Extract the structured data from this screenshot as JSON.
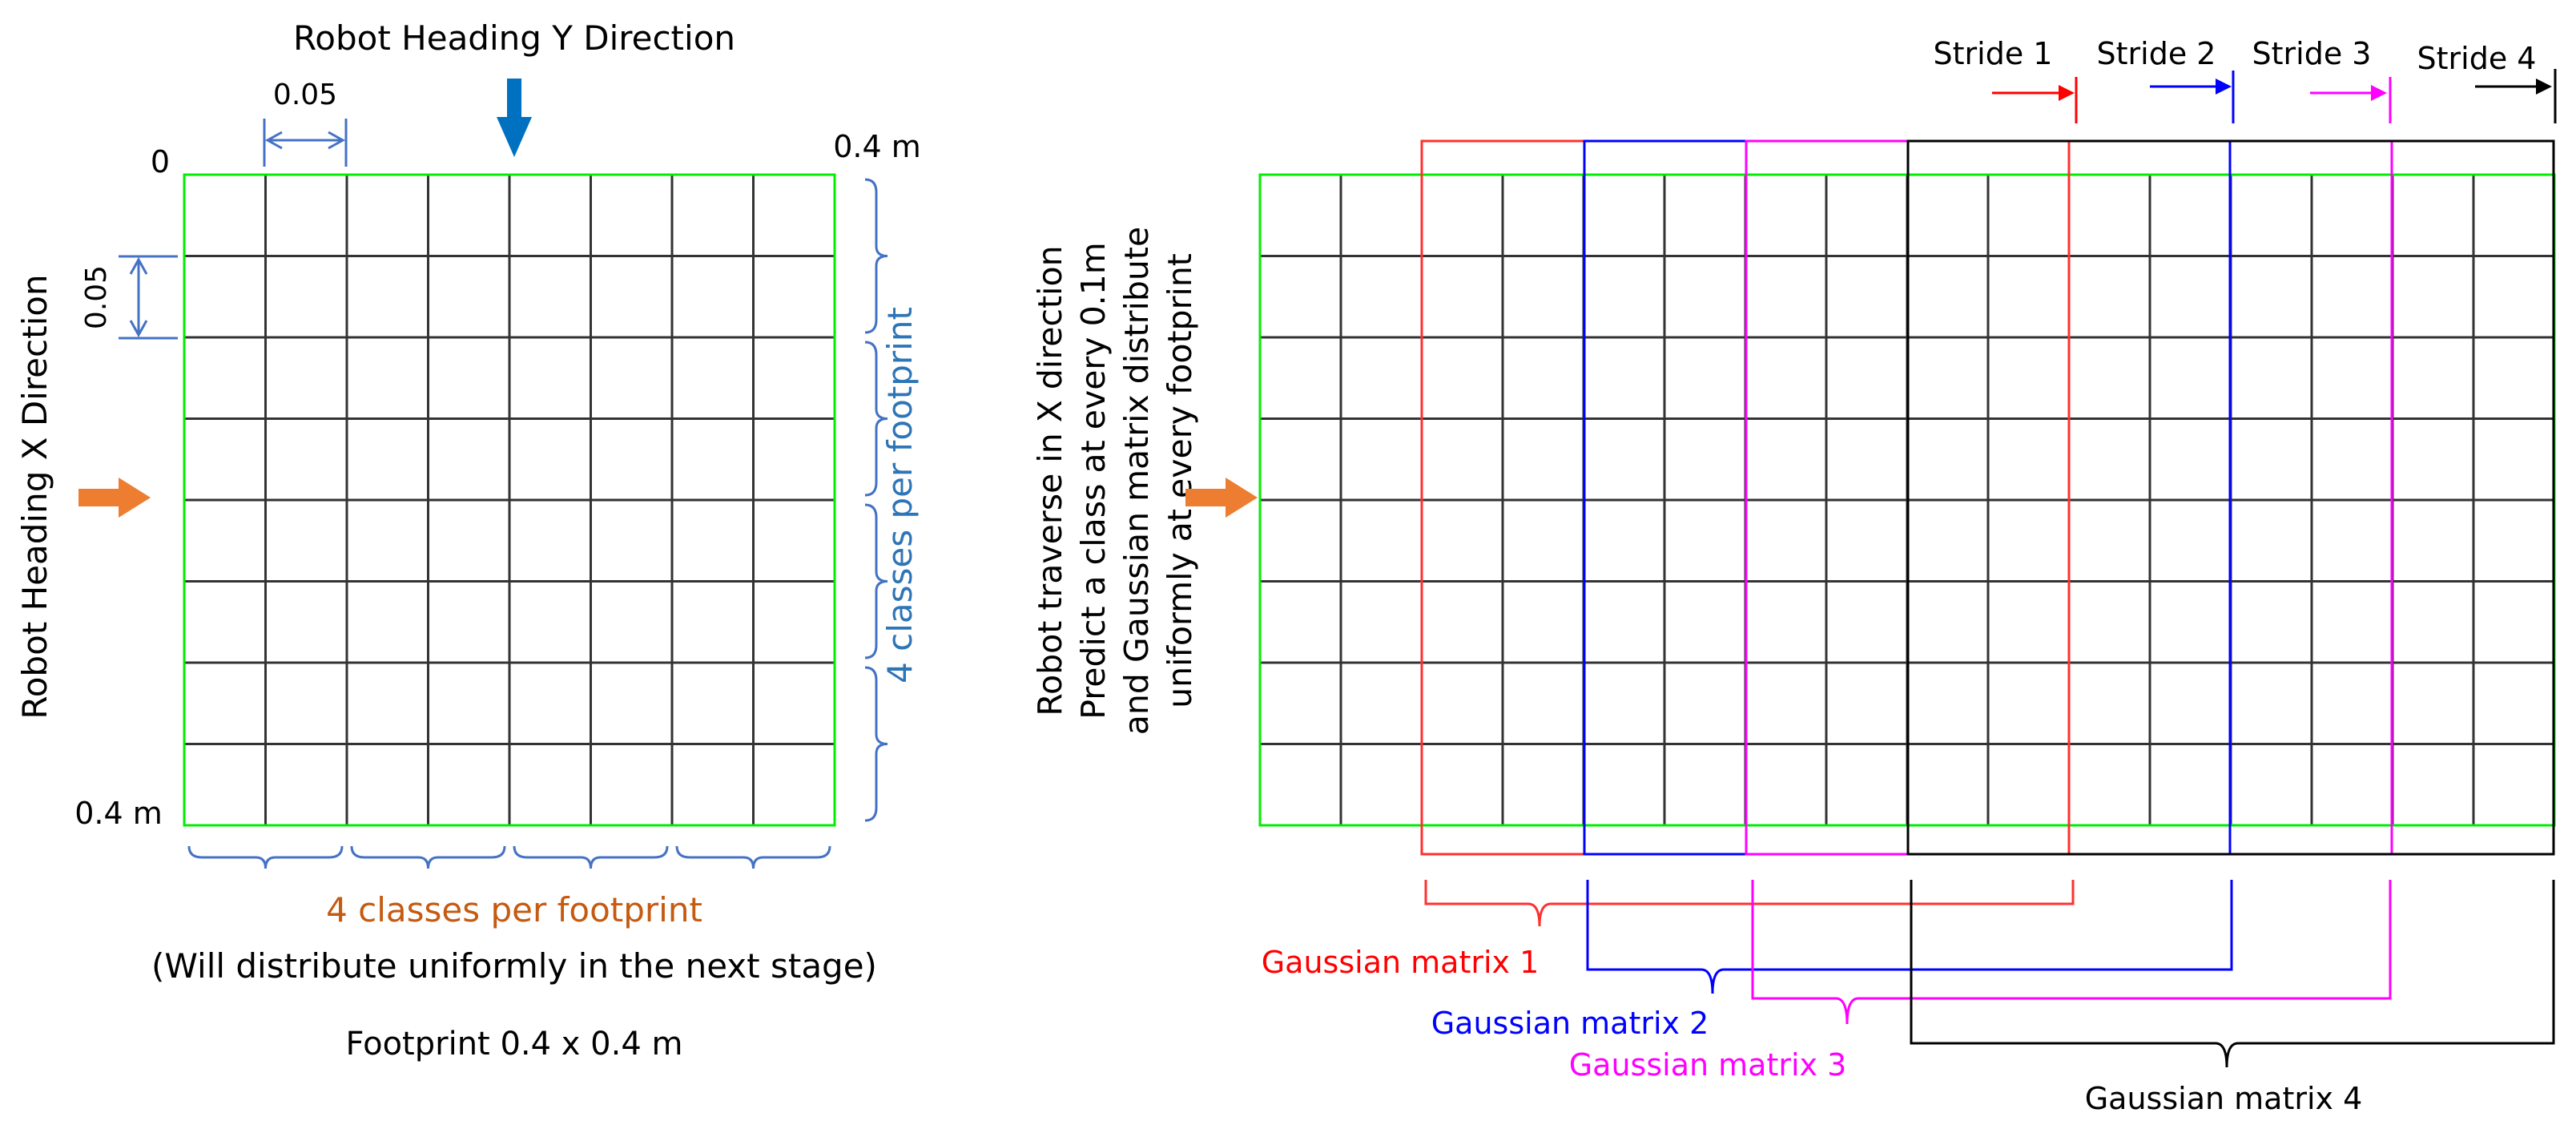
{
  "left_panel": {
    "top_label": "Robot Heading Y Direction",
    "side_label": "Robot Heading X Direction",
    "origin_label": "0",
    "x_end_label": "0.4 m",
    "y_end_label": "0.4 m",
    "cell_x_label": "0.05",
    "cell_y_label": "0.05",
    "right_classes_label": "4 classes per footprint",
    "bottom_classes_label": "4 classes per footprint",
    "bottom_note": "(Will distribute uniformly in the next stage)",
    "footprint_caption": "Footprint 0.4 x 0.4 m",
    "grid_rows": 8,
    "grid_cols": 8
  },
  "right_panel": {
    "side_text": [
      "Robot traverse in X direction",
      "Predict a class at every 0.1m",
      "and Gaussian matrix distribute",
      "uniformly at every footprint"
    ],
    "grid_rows": 8,
    "grid_cols": 16,
    "strides": [
      {
        "label": "Stride 1",
        "color": "#ff0000"
      },
      {
        "label": "Stride 2",
        "color": "#0000ff"
      },
      {
        "label": "Stride 3",
        "color": "#ff00ff"
      },
      {
        "label": "Stride 4",
        "color": "#000000"
      }
    ],
    "gaussian_labels": [
      {
        "label": "Gaussian matrix 1",
        "color": "#ff0000"
      },
      {
        "label": "Gaussian matrix 2",
        "color": "#0000ff"
      },
      {
        "label": "Gaussian matrix 3",
        "color": "#ff00ff"
      },
      {
        "label": "Gaussian matrix 4",
        "color": "#000000"
      }
    ]
  },
  "colors": {
    "grid_border": "#00ee00",
    "grid_line": "#333333",
    "orange_arrow": "#ed7d31",
    "blue_arrow": "#0070c0",
    "dimension_blue": "#4472c4",
    "classes_right_text": "#2e75b6",
    "classes_bottom_text": "#c55a11"
  }
}
